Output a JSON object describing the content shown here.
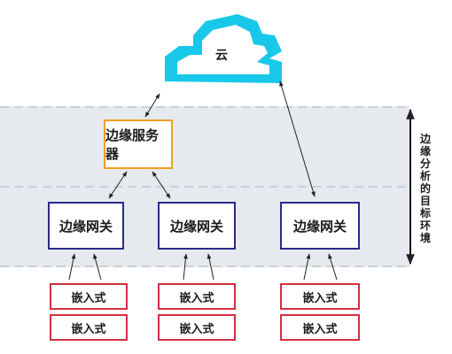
{
  "cloud": {
    "label": "云",
    "color": "#18c8e8"
  },
  "edge_server": {
    "label": "边缘服务器",
    "border_color": "#f0a020"
  },
  "gateways": [
    {
      "label": "边缘网关"
    },
    {
      "label": "边缘网关"
    },
    {
      "label": "边缘网关"
    }
  ],
  "gateway_border_color": "#2a2a8a",
  "embedded_groups": [
    [
      "嵌入式",
      "嵌入式"
    ],
    [
      "嵌入式",
      "嵌入式"
    ],
    [
      "嵌入式",
      "嵌入式"
    ]
  ],
  "embedded_border_color": "#d03040",
  "band": {
    "label": "边缘分析的目标环境",
    "color": "#e6eaee"
  }
}
